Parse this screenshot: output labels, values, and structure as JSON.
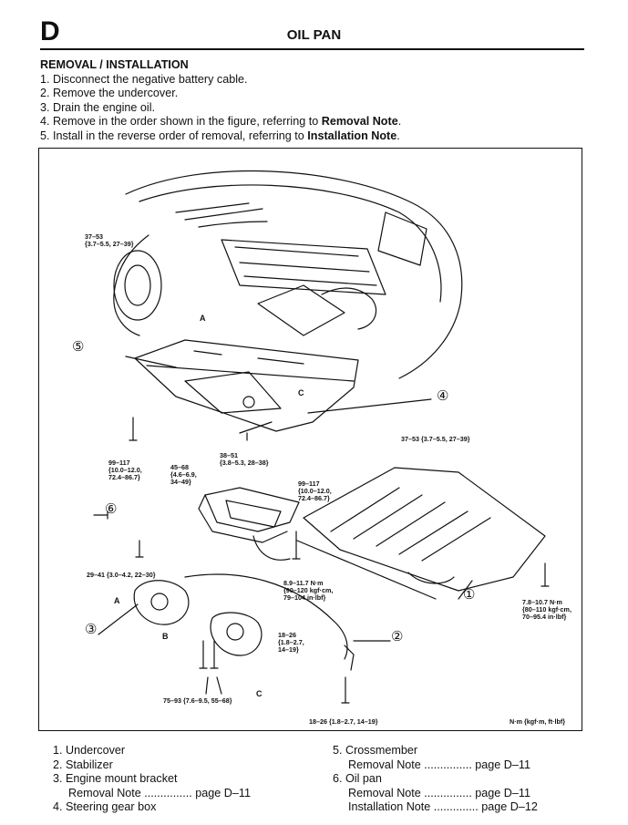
{
  "header": {
    "section_letter": "D",
    "title": "OIL PAN"
  },
  "procedure": {
    "heading": "REMOVAL / INSTALLATION",
    "steps": [
      {
        "text": "1. Disconnect the negative battery cable."
      },
      {
        "text": "2. Remove the undercover."
      },
      {
        "text": "3. Drain the engine oil."
      },
      {
        "text": "4. Remove in the order shown in the figure, referring to ",
        "bold": "Removal Note",
        "end": "."
      },
      {
        "text": "5. Install in the reverse order of removal, referring to ",
        "bold": "Installation Note",
        "end": "."
      }
    ]
  },
  "figure": {
    "callouts": [
      "①",
      "②",
      "③",
      "④",
      "⑤",
      "⑥"
    ],
    "view_letters": [
      "A",
      "B",
      "C"
    ],
    "torque_labels": [
      "37–53\n{3.7–5.5, 27–39}",
      "99–117\n{10.0–12.0,\n72.4–86.7}",
      "45–68\n{4.6–6.9,\n34–49}",
      "38–51\n{3.8–5.3, 28–38}",
      "37–53 {3.7–5.5, 27–39}",
      "99–117\n{10.0–12.0,\n72.4–86.7}",
      "29–41 {3.0–4.2, 22–30}",
      "8.9–11.7 N·m\n{90–120 kgf·cm,\n79–104 in·lbf}",
      "7.8–10.7 N·m\n{80–110 kgf·cm,\n70–95.4 in·lbf}",
      "18–26\n{1.8–2.7,\n14–19}",
      "75–93 {7.6–9.5, 55–68}",
      "18–26 {1.8–2.7, 14–19}"
    ],
    "units_note": "N·m {kgf·m, ft·lbf}"
  },
  "legend": {
    "left": [
      {
        "text": "1. Undercover"
      },
      {
        "text": "2. Stabilizer"
      },
      {
        "text": "3. Engine mount bracket"
      },
      {
        "text": "Removal Note",
        "dots": " ...............",
        "ref": " page D–11",
        "indent": true
      },
      {
        "text": "4. Steering gear box"
      }
    ],
    "right": [
      {
        "text": "5. Crossmember"
      },
      {
        "text": "Removal Note",
        "dots": " ...............",
        "ref": " page D–11",
        "indent": true
      },
      {
        "text": "6. Oil pan"
      },
      {
        "text": "Removal Note",
        "dots": " ...............",
        "ref": " page D–11",
        "indent": true
      },
      {
        "text": "Installation Note",
        "dots": " ..............",
        "ref": " page D–12",
        "indent": true
      }
    ]
  }
}
